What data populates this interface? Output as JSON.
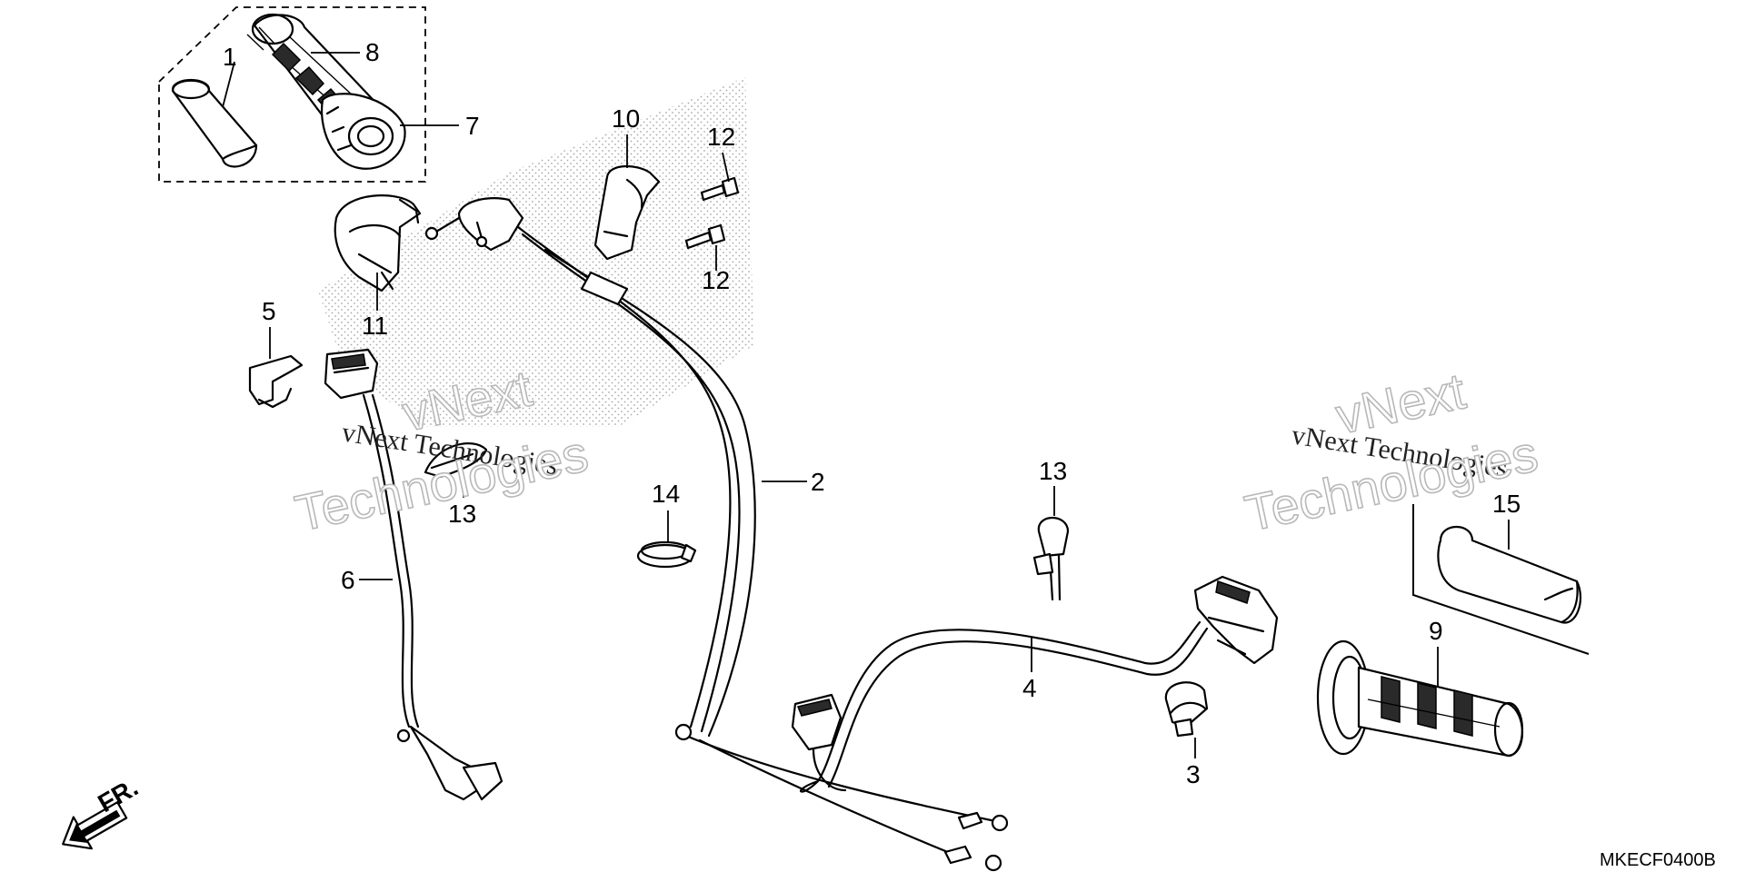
{
  "callouts": {
    "c1": "1",
    "c2": "2",
    "c3": "3",
    "c4": "4",
    "c5": "5",
    "c6": "6",
    "c7": "7",
    "c8": "8",
    "c9": "9",
    "c10": "10",
    "c11": "11",
    "c12a": "12",
    "c12b": "12",
    "c13a": "13",
    "c13b": "13",
    "c14": "14",
    "c15": "15"
  },
  "direction_label": "FR.",
  "diagram_code": "MKECF0400B",
  "watermarks": {
    "left_small": "vNext Technologies",
    "left_big_1": "vNext",
    "left_big_2": "Technologies",
    "right_small": "vNext Technologies",
    "right_big_1": "vNext",
    "right_big_2": "Technologies"
  }
}
